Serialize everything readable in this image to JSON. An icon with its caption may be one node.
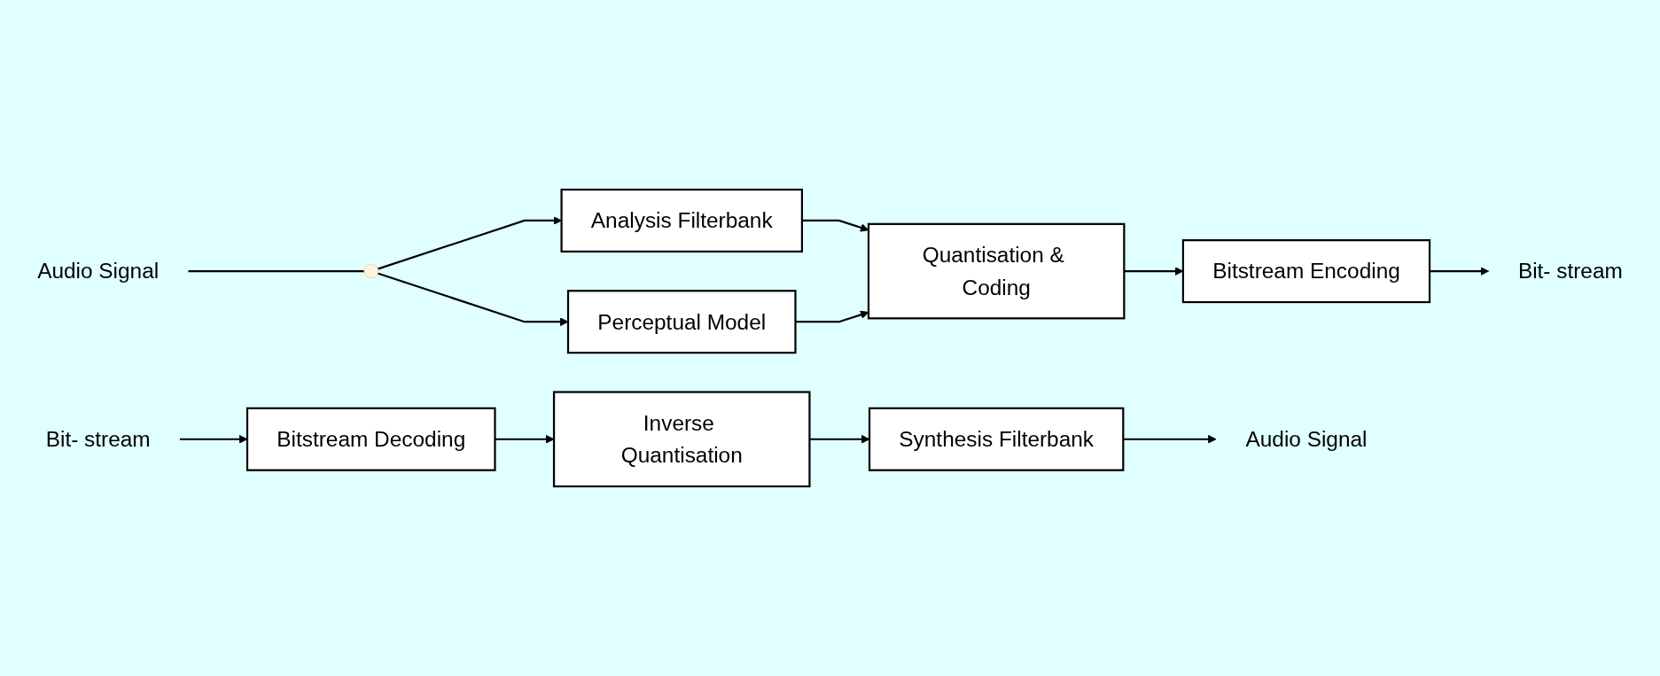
{
  "diagram": {
    "nodes": [
      {
        "text": [
          "Audio Signal"
        ]
      },
      {
        "text": [],
        "shape": "circle"
      },
      {
        "text": [
          "Analysis Filterbank"
        ]
      },
      {
        "text": [
          "Quantisation & Coding"
        ]
      },
      {
        "text": [
          "Bitstream Encoding"
        ]
      },
      {
        "text": [
          "Bit- stream"
        ]
      },
      {
        "text": [
          "Perceptual Model"
        ]
      },
      {
        "text": [
          "Bit- stream"
        ]
      },
      {
        "text": [
          "Bitstream Decoding"
        ]
      },
      {
        "text": [
          "Inverse Quantisation"
        ]
      },
      {
        "text": [
          "Synthesis Filterbank"
        ]
      },
      {
        "text": [
          "Audio Signal"
        ]
      }
    ],
    "edges": [
      {
        "from": 0,
        "to": 1,
        "arrow": "none"
      },
      {
        "from": 1,
        "to": 2,
        "arrow": "to"
      },
      {
        "from": 1,
        "to": 6,
        "arrow": "to"
      },
      {
        "from": 2,
        "to": 3,
        "arrow": "to"
      },
      {
        "from": 6,
        "to": 3,
        "arrow": "to"
      },
      {
        "from": 3,
        "to": 4,
        "arrow": "to"
      },
      {
        "from": 4,
        "to": 5,
        "arrow": "to"
      },
      {
        "from": 7,
        "to": 8,
        "arrow": "to"
      },
      {
        "from": 8,
        "to": 9,
        "arrow": "to"
      },
      {
        "from": 9,
        "to": 10,
        "arrow": "to"
      },
      {
        "from": 10,
        "to": 11,
        "arrow": "to"
      }
    ]
  }
}
